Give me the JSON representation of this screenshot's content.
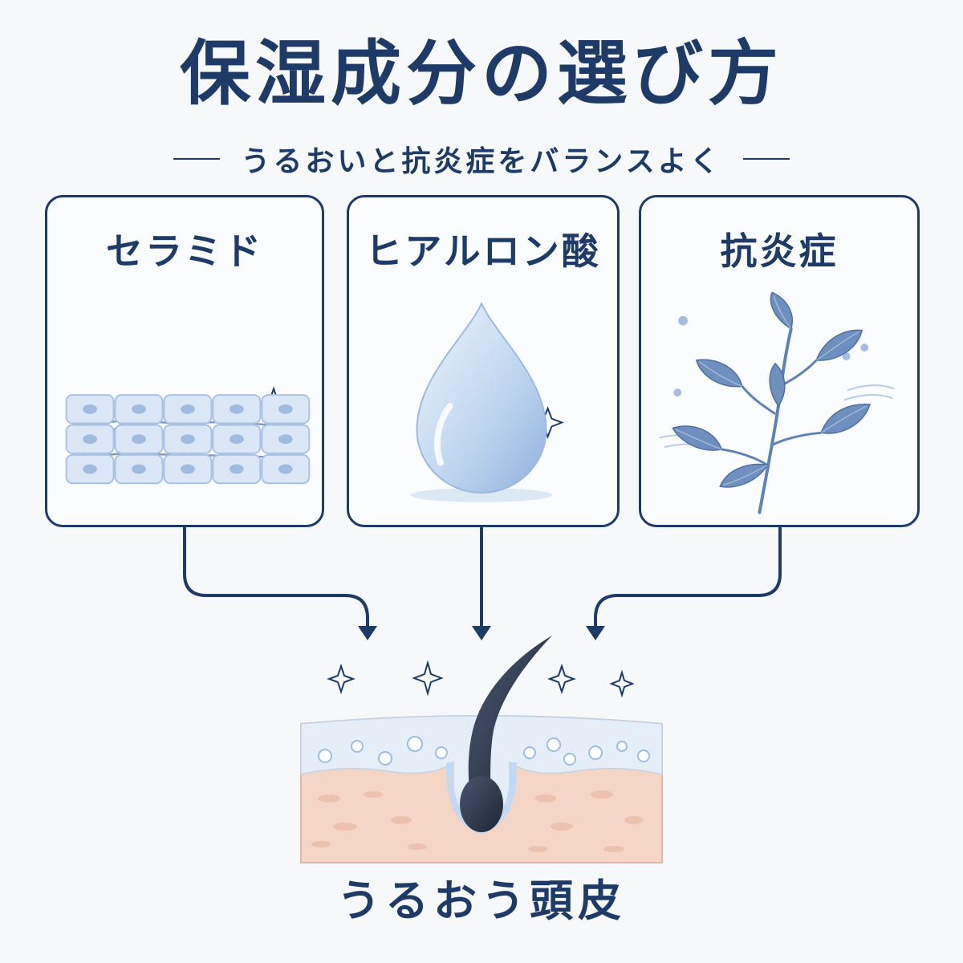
{
  "header": {
    "title": "保湿成分の選び方",
    "subtitle": "うるおいと抗炎症をバランスよく"
  },
  "cards": [
    {
      "label": "セラミド",
      "icon": "ceramide-lattice-icon"
    },
    {
      "label": "ヒアルロン酸",
      "icon": "water-drop-icon"
    },
    {
      "label": "抗炎症",
      "icon": "leaf-icon"
    }
  ],
  "result": {
    "label": "うるおう頭皮",
    "icon": "scalp-cross-section-icon"
  },
  "colors": {
    "navy": "#1e3a66",
    "light_blue": "#c9dcf2",
    "leaf_blue": "#5f82b6",
    "skin": "#f6d9cc"
  }
}
